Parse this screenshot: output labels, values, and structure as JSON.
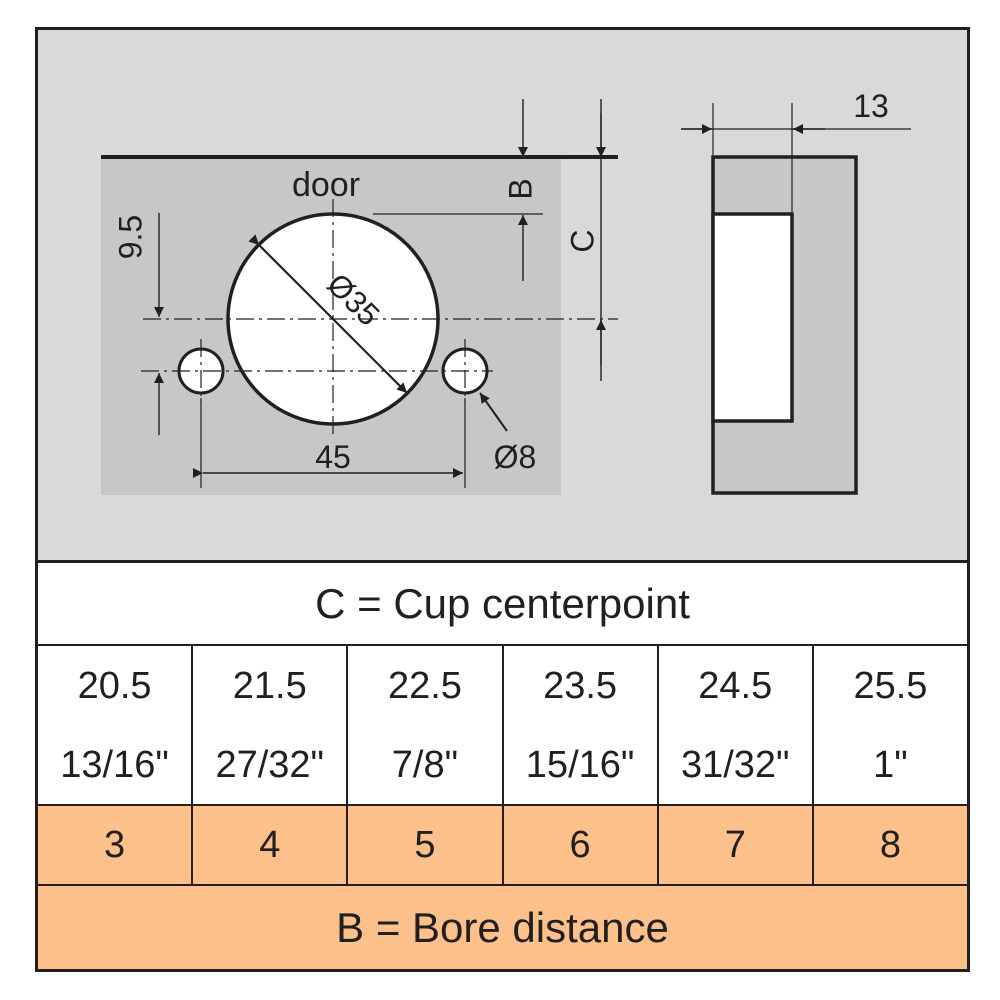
{
  "drawing": {
    "door_label": "door",
    "dim_b": "B",
    "dim_c": "C",
    "dim_9_5": "9.5",
    "dim_cup_dia": "Ø35",
    "dim_hole_dia": "Ø8",
    "dim_45": "45",
    "dim_13": "13"
  },
  "table": {
    "cup_title": "C = Cup centerpoint",
    "mm_values": [
      "20.5",
      "21.5",
      "22.5",
      "23.5",
      "24.5",
      "25.5"
    ],
    "inch_values": [
      "13/16\"",
      "27/32\"",
      "7/8\"",
      "15/16\"",
      "31/32\"",
      "1\""
    ],
    "bore_values": [
      "3",
      "4",
      "5",
      "6",
      "7",
      "8"
    ],
    "bore_title": "B = Bore distance"
  },
  "colors": {
    "panel_gray": "#d9d9da",
    "highlight_orange": "#fcc08b",
    "ink": "#231f20"
  }
}
